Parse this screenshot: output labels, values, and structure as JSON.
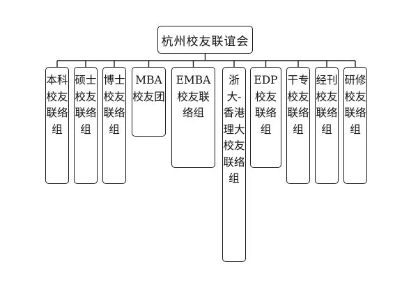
{
  "root": {
    "label": "杭州校友联谊会"
  },
  "children": [
    {
      "id": "benke",
      "label": "本科校友联络组"
    },
    {
      "id": "shuoshi",
      "label": "硕士校友联络组"
    },
    {
      "id": "boshi",
      "label": "博士校友联络组"
    },
    {
      "id": "mba",
      "label": "MBA 校友团"
    },
    {
      "id": "emba",
      "label": "EMBA 校友联络组"
    },
    {
      "id": "zheda-hkust",
      "label": "浙大-香港理大校友联络组"
    },
    {
      "id": "edp",
      "label": "EDP 校友联络组"
    },
    {
      "id": "ganzhuan",
      "label": "干专校友联络组"
    },
    {
      "id": "jingkan",
      "label": "经刊校友联络组"
    },
    {
      "id": "yanxiu",
      "label": "研修校友联络组"
    }
  ]
}
